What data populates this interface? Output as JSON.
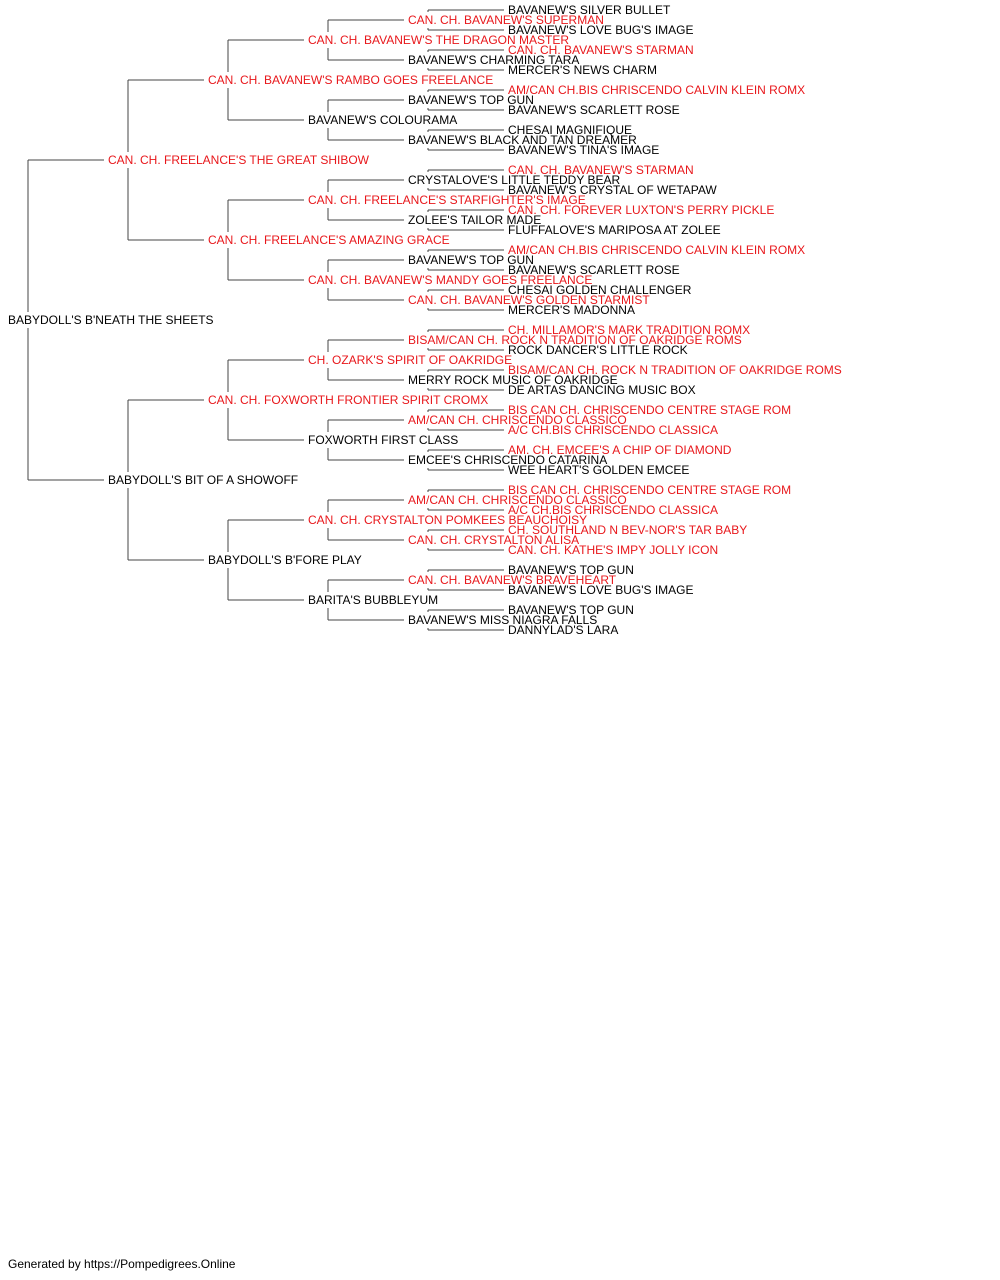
{
  "colors": {
    "champion": "#e8171b",
    "normal": "#000000",
    "connector": "#444444"
  },
  "pedigree": {
    "name": "BABYDOLL'S B'NEATH THE SHEETS",
    "champion": false,
    "sire": {
      "name": "CAN. CH. FREELANCE'S THE GREAT SHIBOW",
      "champion": true,
      "sire": {
        "name": "CAN. CH. BAVANEW'S RAMBO GOES FREELANCE",
        "champion": true,
        "sire": {
          "name": "CAN. CH. BAVANEW'S THE DRAGON MASTER",
          "champion": true,
          "sire": {
            "name": "CAN. CH. BAVANEW'S SUPERMAN",
            "champion": true,
            "sire": {
              "name": "BAVANEW'S SILVER BULLET",
              "champion": false
            },
            "dam": {
              "name": "BAVANEW'S LOVE BUG'S IMAGE",
              "champion": false
            }
          },
          "dam": {
            "name": "BAVANEW'S CHARMING TARA",
            "champion": false,
            "sire": {
              "name": "CAN. CH. BAVANEW'S STARMAN",
              "champion": true
            },
            "dam": {
              "name": "MERCER'S NEWS CHARM",
              "champion": false
            }
          }
        },
        "dam": {
          "name": "BAVANEW'S COLOURAMA",
          "champion": false,
          "sire": {
            "name": "BAVANEW'S TOP GUN",
            "champion": false,
            "sire": {
              "name": "AM/CAN CH.BIS CHRISCENDO CALVIN KLEIN ROMX",
              "champion": true
            },
            "dam": {
              "name": "BAVANEW'S SCARLETT ROSE",
              "champion": false
            }
          },
          "dam": {
            "name": "BAVANEW'S BLACK AND TAN DREAMER",
            "champion": false,
            "sire": {
              "name": "CHESAI MAGNIFIQUE",
              "champion": false
            },
            "dam": {
              "name": "BAVANEW'S TINA'S IMAGE",
              "champion": false
            }
          }
        }
      },
      "dam": {
        "name": "CAN. CH. FREELANCE'S AMAZING GRACE",
        "champion": true,
        "sire": {
          "name": "CAN. CH. FREELANCE'S STARFIGHTER'S IMAGE",
          "champion": true,
          "sire": {
            "name": "CRYSTALOVE'S LITTLE TEDDY BEAR",
            "champion": false,
            "sire": {
              "name": "CAN. CH. BAVANEW'S STARMAN",
              "champion": true
            },
            "dam": {
              "name": "BAVANEW'S CRYSTAL OF WETAPAW",
              "champion": false
            }
          },
          "dam": {
            "name": "ZOLEE'S TAILOR MADE",
            "champion": false,
            "sire": {
              "name": "CAN. CH. FOREVER LUXTON'S PERRY PICKLE",
              "champion": true
            },
            "dam": {
              "name": "FLUFFALOVE'S MARIPOSA AT ZOLEE",
              "champion": false
            }
          }
        },
        "dam": {
          "name": "CAN. CH. BAVANEW'S MANDY GOES FREELANCE",
          "champion": true,
          "sire": {
            "name": "BAVANEW'S TOP GUN",
            "champion": false,
            "sire": {
              "name": "AM/CAN CH.BIS CHRISCENDO CALVIN KLEIN ROMX",
              "champion": true
            },
            "dam": {
              "name": "BAVANEW'S SCARLETT ROSE",
              "champion": false
            }
          },
          "dam": {
            "name": "CAN. CH. BAVANEW'S GOLDEN STARMIST",
            "champion": true,
            "sire": {
              "name": "CHESAI GOLDEN CHALLENGER",
              "champion": false
            },
            "dam": {
              "name": "MERCER'S MADONNA",
              "champion": false
            }
          }
        }
      }
    },
    "dam": {
      "name": "BABYDOLL'S BIT OF A SHOWOFF",
      "champion": false,
      "sire": {
        "name": "CAN. CH. FOXWORTH FRONTIER SPIRIT CROMX",
        "champion": true,
        "sire": {
          "name": "CH. OZARK'S SPIRIT OF OAKRIDGE",
          "champion": true,
          "sire": {
            "name": "BISAM/CAN CH. ROCK N TRADITION OF OAKRIDGE ROMS",
            "champion": true,
            "sire": {
              "name": "CH. MILLAMOR'S MARK TRADITION ROMX",
              "champion": true
            },
            "dam": {
              "name": "ROCK DANCER'S LITTLE ROCK",
              "champion": false
            }
          },
          "dam": {
            "name": "MERRY ROCK MUSIC OF OAKRIDGE",
            "champion": false,
            "sire": {
              "name": "BISAM/CAN CH. ROCK N TRADITION OF OAKRIDGE ROMS",
              "champion": true
            },
            "dam": {
              "name": "DE ARTAS DANCING MUSIC BOX",
              "champion": false
            }
          }
        },
        "dam": {
          "name": "FOXWORTH FIRST CLASS",
          "champion": false,
          "sire": {
            "name": "AM/CAN CH. CHRISCENDO CLASSICO",
            "champion": true,
            "sire": {
              "name": "BIS CAN CH. CHRISCENDO CENTRE STAGE ROM",
              "champion": true
            },
            "dam": {
              "name": "A/C CH.BIS CHRISCENDO CLASSICA",
              "champion": true
            }
          },
          "dam": {
            "name": "EMCEE'S CHRISCENDO CATARINA",
            "champion": false,
            "sire": {
              "name": "AM. CH. EMCEE'S A CHIP OF DIAMOND",
              "champion": true
            },
            "dam": {
              "name": "WEE HEART'S GOLDEN EMCEE",
              "champion": false
            }
          }
        }
      },
      "dam": {
        "name": "BABYDOLL'S B'FORE PLAY",
        "champion": false,
        "sire": {
          "name": "CAN. CH. CRYSTALTON POMKEES BEAUCHOISY",
          "champion": true,
          "sire": {
            "name": "AM/CAN CH. CHRISCENDO CLASSICO",
            "champion": true,
            "sire": {
              "name": "BIS CAN CH. CHRISCENDO CENTRE STAGE ROM",
              "champion": true
            },
            "dam": {
              "name": "A/C CH.BIS CHRISCENDO CLASSICA",
              "champion": true
            }
          },
          "dam": {
            "name": "CAN. CH. CRYSTALTON ALISA",
            "champion": true,
            "sire": {
              "name": "CH. SOUTHLAND N BEV-NOR'S TAR BABY",
              "champion": true
            },
            "dam": {
              "name": "CAN. CH. KATHE'S IMPY JOLLY ICON",
              "champion": true
            }
          }
        },
        "dam": {
          "name": "BARITA'S BUBBLEYUM",
          "champion": false,
          "sire": {
            "name": "CAN. CH. BAVANEW'S BRAVEHEART",
            "champion": true,
            "sire": {
              "name": "BAVANEW'S TOP GUN",
              "champion": false
            },
            "dam": {
              "name": "BAVANEW'S LOVE BUG'S IMAGE",
              "champion": false
            }
          },
          "dam": {
            "name": "BAVANEW'S MISS NIAGRA FALLS",
            "champion": false,
            "sire": {
              "name": "BAVANEW'S TOP GUN",
              "champion": false
            },
            "dam": {
              "name": "DANNYLAD'S LARA",
              "champion": false
            }
          }
        }
      }
    }
  },
  "footer": {
    "text": "Generated by https://Pompedigrees.Online"
  }
}
